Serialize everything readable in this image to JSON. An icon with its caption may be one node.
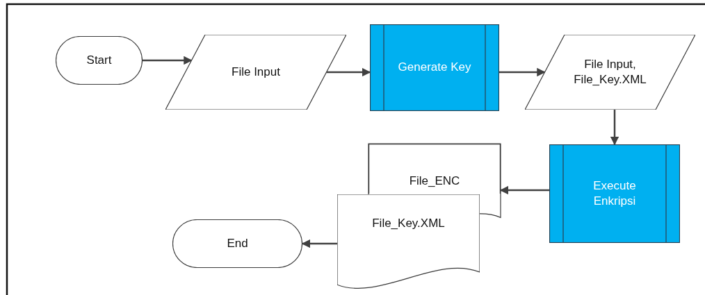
{
  "diagram": {
    "nodes": [
      {
        "text": [
          "Start"
        ]
      },
      {
        "text": [
          "File Input"
        ]
      },
      {
        "text": [
          "Generate Key"
        ]
      },
      {
        "text": [
          "File Input, File_Key.XML"
        ]
      },
      {
        "text": [
          "Execute Enkripsi"
        ]
      },
      {
        "text": [
          "File_ENC"
        ]
      },
      {
        "text": [
          "File_Key.XML"
        ]
      },
      {
        "text": [
          "End"
        ]
      }
    ],
    "edges": [
      {
        "from": 0,
        "to": 1,
        "arrow": "to"
      },
      {
        "from": 1,
        "to": 2,
        "arrow": "to"
      },
      {
        "from": 2,
        "to": 3,
        "arrow": "to"
      },
      {
        "from": 3,
        "to": 4,
        "arrow": "to"
      },
      {
        "from": 4,
        "to": 5,
        "arrow": "to"
      },
      {
        "from": 6,
        "to": 7,
        "arrow": "to"
      }
    ]
  }
}
